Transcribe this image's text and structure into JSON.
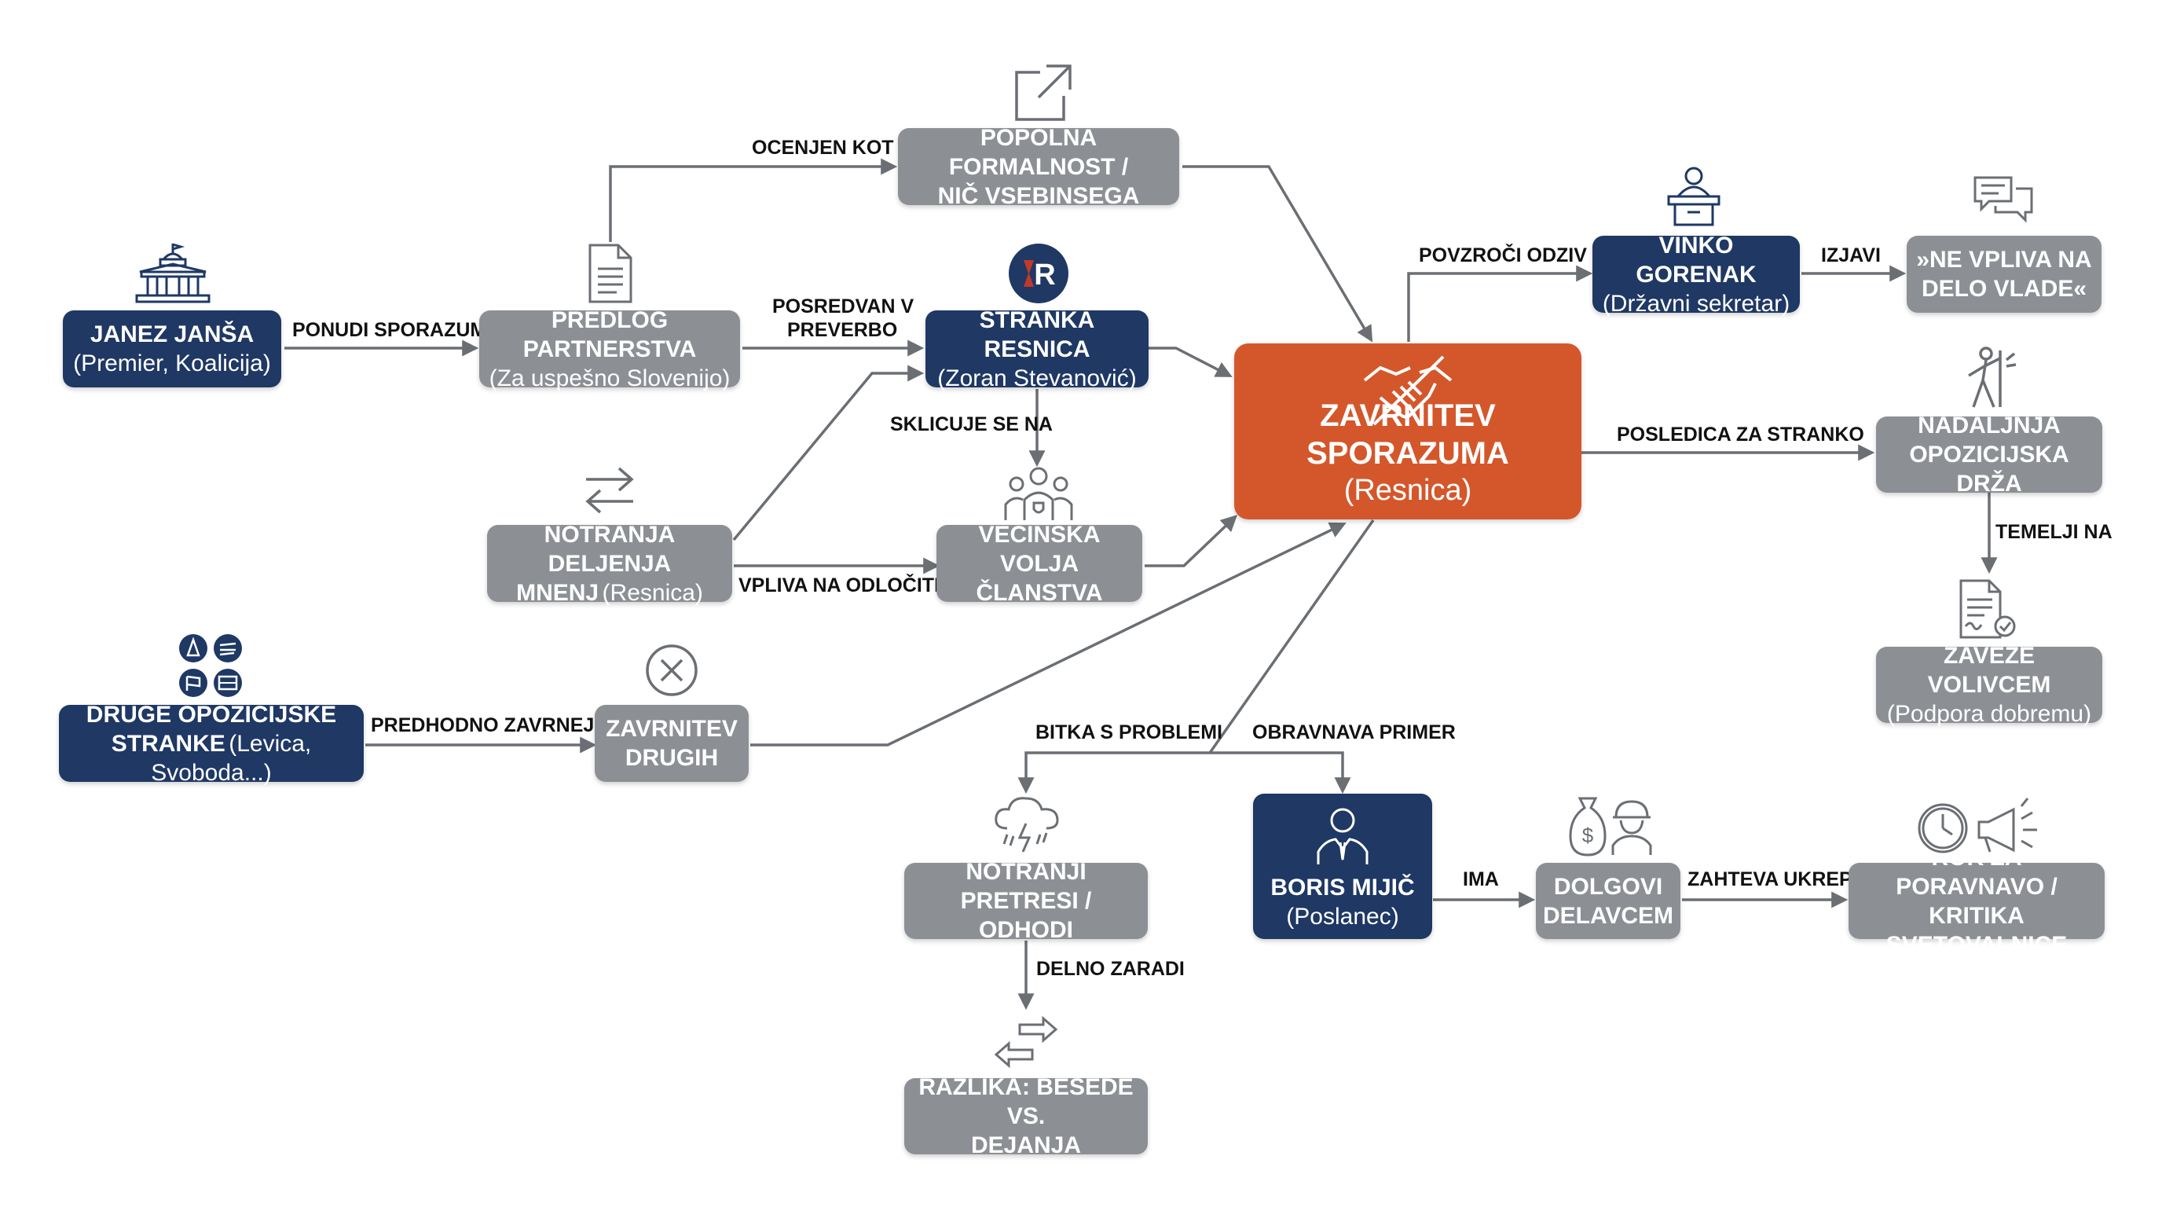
{
  "nodes": {
    "jansa": {
      "title": "JANEZ JANŠA",
      "sub": "(Premier, Koalicija)"
    },
    "predlog": {
      "title": "PREDLOG PARTNERSTVA",
      "sub": "(Za uspešno Slovenijo)"
    },
    "popolna": {
      "title": "POPOLNA FORMALNOST /",
      "title2": "NIČ VSEBINSEGA"
    },
    "resnica": {
      "title": "STRANKA RESNICA",
      "sub": "(Zoran Stevanović)",
      "logo_text": "R"
    },
    "notranja": {
      "title": "NOTRANJA DELJENJA",
      "title2": "MNENJ",
      "sub_inline": "(Resnica)"
    },
    "vecinska": {
      "title": "VEČINSKA VOLJA",
      "title2": "ČLANSTVA"
    },
    "druge": {
      "title": "DRUGE OPOZICIJSKE",
      "title2": "STRANKE",
      "sub_inline": "(Levica, Svoboda...)"
    },
    "zavrnitev_drugih": {
      "title": "ZAVRNITEV",
      "title2": "DRUGIH"
    },
    "center": {
      "title": "ZAVRNITEV SPORAZUMA",
      "sub": "(Resnica)"
    },
    "gorenak": {
      "title": "VINKO GORENAK",
      "sub": "(Državni sekretar)"
    },
    "nevpliva": {
      "title": "»NE VPLIVA NA",
      "title2": "DELO VLADE«"
    },
    "nadaljnja": {
      "title": "NADALJNJA",
      "title2": "OPOZICIJSKA DRŽA"
    },
    "zaveze": {
      "title": "ZAVEZE VOLIVCEM",
      "sub": "(Podpora dobremu)"
    },
    "pretresi": {
      "title": "NOTRANJI PRETRESI /",
      "title2": "ODHODI"
    },
    "razlika": {
      "title": "RAZLIKA: BESEDE VS.",
      "title2": "DEJANJA"
    },
    "mijic": {
      "title": "BORIS MIJIČ",
      "sub": "(Poslanec)"
    },
    "dolgovi": {
      "title": "DOLGOVI",
      "title2": "DELAVCEM"
    },
    "rok": {
      "title": "ROK ZA PORAVNAVO /",
      "title2": "KRITIKA SVETOVALNICE"
    }
  },
  "edges": {
    "ponudi": "PONUDI SPORAZUM",
    "ocenjen": "OCENJEN KOT",
    "posredovan_1": "POSREDVAN V",
    "posredovan_2": "PREVERBO",
    "sklicuje": "SKLICUJE SE NA",
    "vpliva": "VPLIVA NA ODLOČITEV",
    "predhodno": "PREDHODNO ZAVRNEJO",
    "povzroci": "POVZROČI ODZIV",
    "izjavi": "IZJAVI",
    "posledica": "POSLEDICA ZA STRANKO",
    "temelji": "TEMELJI NA",
    "bitka": "BITKA S PROBLEMI",
    "obravnava": "OBRAVNAVA PRIMER",
    "delno": "DELNO ZARADI",
    "ima": "IMA",
    "zahteva": "ZAHTEVA UKREP"
  },
  "colors": {
    "navy": "#1f3864",
    "gray": "#8c9095",
    "orange": "#d4572b",
    "arrow": "#6b6f74",
    "icon": "#555a60"
  },
  "icons": [
    "government-building-icon",
    "document-icon",
    "external-link-icon",
    "resnica-logo-icon",
    "swap-arrows-icon",
    "group-people-icon",
    "opposition-parties-icon",
    "rejected-x-icon",
    "handshake-icon",
    "podium-speaker-icon",
    "speech-bubbles-icon",
    "determined-person-icon",
    "signed-document-icon",
    "storm-cloud-icon",
    "swap-arrows-icon",
    "businessman-icon",
    "money-bag-worker-icon",
    "clock-megaphone-icon"
  ]
}
